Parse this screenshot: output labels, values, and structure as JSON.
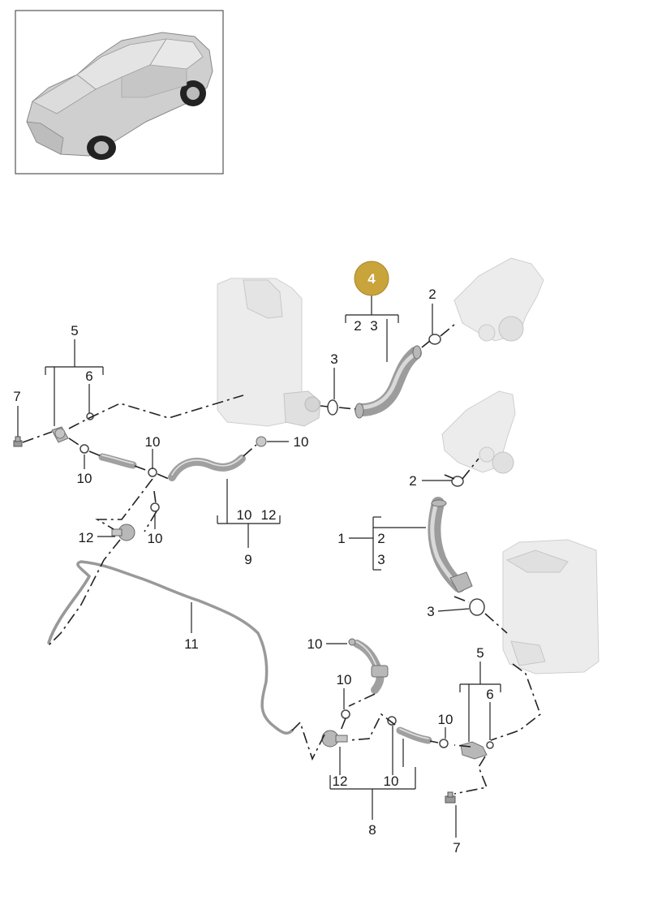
{
  "badge": {
    "label": "4",
    "color": "#c9a43a"
  },
  "callouts": {
    "group4_a": "2",
    "group4_b": "3",
    "top_2": "2",
    "top_3": "3",
    "left_5": "5",
    "left_6": "6",
    "left_7": "7",
    "l_10a": "10",
    "l_10b": "10",
    "l_10c": "10",
    "l_10d": "10",
    "l_12a": "12",
    "grp9_10": "10",
    "grp9_12": "12",
    "grp9_9": "9",
    "mid_2": "2",
    "grp1_1": "1",
    "grp1_2": "2",
    "grp1_3": "3",
    "mid_3": "3",
    "l_11": "11",
    "b_10a": "10",
    "b_10b": "10",
    "b_10c": "10",
    "r_5": "5",
    "r_6": "6",
    "grp8_12": "12",
    "grp8_10": "10",
    "grp8_8": "8",
    "r_7": "7"
  },
  "colors": {
    "line": "#222222",
    "part": "#d6d6d6",
    "badge": "#c9a43a"
  }
}
